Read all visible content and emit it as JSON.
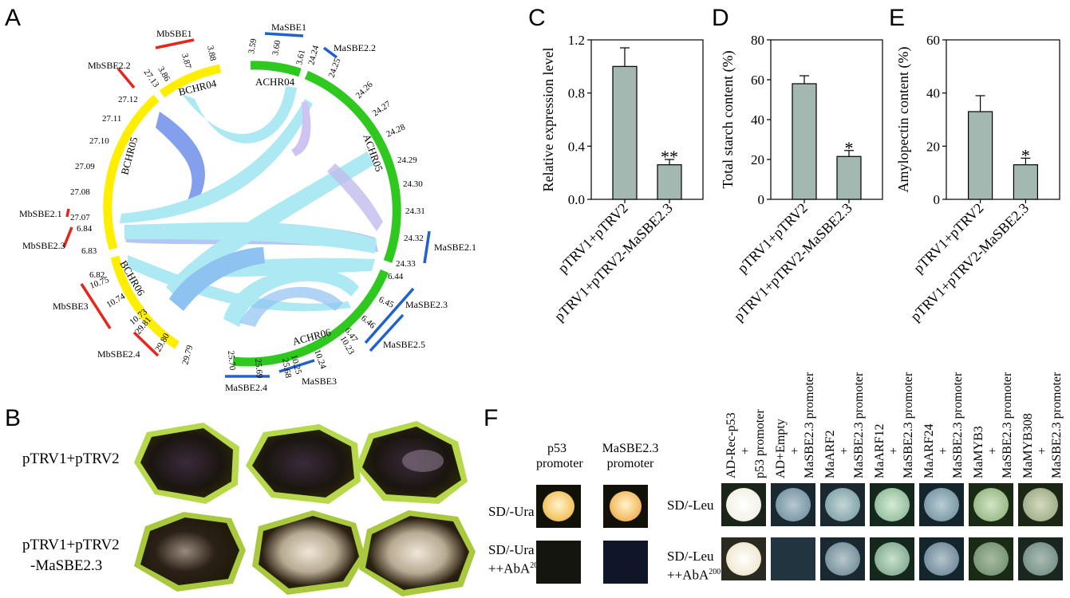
{
  "panels": {
    "a": "A",
    "b": "B",
    "c": "C",
    "d": "D",
    "e": "E",
    "f": "F"
  },
  "circos": {
    "chromosomes": {
      "bchr04": "BCHR04",
      "bchr05": "BCHR05",
      "bchr06": "BCHR06",
      "achr04": "ACHR04",
      "achr05": "ACHR05",
      "achr06": "ACHR06"
    },
    "ticks": {
      "t359": "3.59",
      "t360": "3.60",
      "t361": "3.61",
      "t2424": "24.24",
      "t2425": "24.25",
      "t2426": "24.26",
      "t2427": "24.27",
      "t2428": "24.28",
      "t2429": "24.29",
      "t2430": "24.30",
      "t2431": "24.31",
      "t2432": "24.32",
      "t2433": "24.33",
      "t644": "6.44",
      "t645": "6.45",
      "t646": "6.46",
      "t647": "6.47",
      "t1023": "10.23",
      "t1024": "10.24",
      "t1025": "10.25",
      "t2568": "25.68",
      "t2569": "25.69",
      "t2570": "25.70",
      "t388": "3.88",
      "t387": "3.87",
      "t386": "3.86",
      "t2713": "27.13",
      "t2712": "27.12",
      "t2711": "27.11",
      "t2710": "27.10",
      "t2709": "27.09",
      "t2708": "27.08",
      "t2707": "27.07",
      "t684": "6.84",
      "t683": "6.83",
      "t682": "6.82",
      "t1075": "10.75",
      "t1074": "10.74",
      "t1073": "10.73",
      "t2981": "29.81",
      "t2980": "29.80",
      "t2979": "29.79"
    },
    "genes": {
      "masbe1": "MaSBE1",
      "masbe22": "MaSBE2.2",
      "masbe21": "MaSBE2.1",
      "masbe23": "MaSBE2.3",
      "masbe25": "MaSBE2.5",
      "masbe3": "MaSBE3",
      "masbe24": "MaSBE2.4",
      "mbsbe1": "MbSBE1",
      "mbsbe22": "MbSBE2.2",
      "mbsbe21": "MbSBE2.1",
      "mbsbe23": "MbSBE2.3",
      "mbsbe3": "MbSBE3",
      "mbsbe24": "MbSBE2.4"
    }
  },
  "chart_data": [
    {
      "type": "bar",
      "panel": "C",
      "ylabel": "Relative expression level",
      "categories": [
        "pTRV1+pTRV2",
        "pTRV1+pTRV2-MaSBE2.3"
      ],
      "values": [
        1.0,
        0.26
      ],
      "errors": [
        0.14,
        0.04
      ],
      "significance": [
        "",
        "**"
      ],
      "ylim": [
        0,
        1.2
      ],
      "yticks": [
        "0.0",
        "0.4",
        "0.8",
        "1.2"
      ]
    },
    {
      "type": "bar",
      "panel": "D",
      "ylabel": "Total starch content (%)",
      "categories": [
        "pTRV1+pTRV2",
        "pTRV1+pTRV2-MaSBE2.3"
      ],
      "values": [
        58,
        21.5
      ],
      "errors": [
        4,
        3
      ],
      "significance": [
        "",
        "*"
      ],
      "ylim": [
        0,
        80
      ],
      "yticks": [
        "0",
        "20",
        "40",
        "60",
        "80"
      ]
    },
    {
      "type": "bar",
      "panel": "E",
      "ylabel": "Amylopectin content (%)",
      "categories": [
        "pTRV1+pTRV2",
        "pTRV1+pTRV2-MaSBE2.3"
      ],
      "values": [
        33,
        13
      ],
      "errors": [
        6,
        2.5
      ],
      "significance": [
        "",
        "*"
      ],
      "ylim": [
        0,
        60
      ],
      "yticks": [
        "0",
        "20",
        "40",
        "60"
      ]
    }
  ],
  "panelB": {
    "row1": "pTRV1+pTRV2",
    "row2a": "pTRV1+pTRV2",
    "row2b": "-MaSBE2.3"
  },
  "panelF": {
    "left_cols": [
      {
        "l1": "p53",
        "l2": "promoter"
      },
      {
        "l1": "MaSBE2.3",
        "l2": "promoter"
      }
    ],
    "rows": {
      "ura": "SD/-Ura",
      "ura_aba": "SD/-Ura",
      "leu": "SD/-Leu",
      "leu_aba": "SD/-Leu",
      "aba": "+AbA",
      "sup": "200"
    },
    "right_cols": [
      {
        "l1": "AD-Rec-p53",
        "plus": "+",
        "l2": "p53 promoter"
      },
      {
        "l1": "AD+Empty",
        "plus": "+",
        "l2": "MaSBE2.3 promoter"
      },
      {
        "l1": "MaARF2",
        "plus": "+",
        "l2": "MaSBE2.3 promoter"
      },
      {
        "l1": "MaARF12",
        "plus": "+",
        "l2": "MaSBE2.3 promoter"
      },
      {
        "l1": "MaARF24",
        "plus": "+",
        "l2": "MaSBE2.3 promoter"
      },
      {
        "l1": "MaMYB3",
        "plus": "+",
        "l2": "MaSBE2.3 promoter"
      },
      {
        "l1": "MaMYB308",
        "plus": "+",
        "l2": "MaSBE2.3 promoter"
      }
    ]
  }
}
